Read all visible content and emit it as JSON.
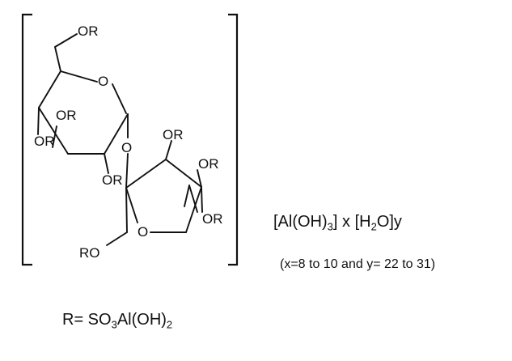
{
  "structure": {
    "labels": {
      "or_c6": "OR",
      "ring_oxygen": "O",
      "or_c4_upper": "OR",
      "or_c4_lower": "OR",
      "or_c3": "OR",
      "glycosidic_oxygen": "O",
      "or_furanose_top": "OR",
      "or_furanose_right": "OR",
      "or_furanose_lower": "OR",
      "furanose_oxygen": "O",
      "ro_left": "RO"
    }
  },
  "hydrate": {
    "prefix": "[Al(OH)",
    "subscript_3": "3",
    "middle": "] x [H",
    "subscript_2": "2",
    "suffix": "O]y"
  },
  "ratio_note": "(x=8 to 10 and y= 22 to 31)",
  "r_definition": {
    "prefix": "R= SO",
    "subscript_3": "3",
    "middle": "Al(OH)",
    "subscript_2": "2"
  }
}
